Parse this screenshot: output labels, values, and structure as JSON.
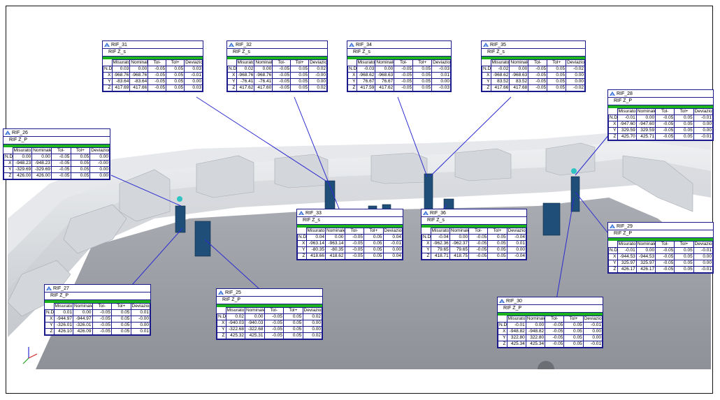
{
  "columns": [
    "Misurato",
    "Nominale",
    "Tol-",
    "Tol+",
    "Deviazione"
  ],
  "labels": [
    {
      "id": "rif31",
      "name": "RIF_31",
      "feature": "RIF Z_s",
      "rows": [
        {
          "k": "N.D.",
          "v": [
            "0.03",
            "0.00",
            "-0.05",
            "0.05",
            "0.03"
          ]
        },
        {
          "k": "X",
          "v": [
            "-968.76",
            "-968.76",
            "-0.05",
            "0.05",
            "-0.01"
          ]
        },
        {
          "k": "Y",
          "v": [
            "-83.64",
            "-83.64",
            "-0.05",
            "0.05",
            "0.00"
          ]
        },
        {
          "k": "Z",
          "v": [
            "417.69",
            "417.66",
            "-0.05",
            "0.05",
            "0.03"
          ]
        }
      ]
    },
    {
      "id": "rif32",
      "name": "RIF_32",
      "feature": "RIF Z_s",
      "rows": [
        {
          "k": "N.D.",
          "v": [
            "0.02",
            "0.00",
            "-0.05",
            "0.05",
            "0.02"
          ]
        },
        {
          "k": "X",
          "v": [
            "-968.76",
            "-968.76",
            "-0.05",
            "0.05",
            "-0.00"
          ]
        },
        {
          "k": "Y",
          "v": [
            "-76.41",
            "-76.41",
            "-0.05",
            "0.05",
            "0.00"
          ]
        },
        {
          "k": "Z",
          "v": [
            "417.62",
            "417.60",
            "-0.05",
            "0.05",
            "0.02"
          ]
        }
      ]
    },
    {
      "id": "rif34",
      "name": "RIF_34",
      "feature": "RIF Z_s",
      "rows": [
        {
          "k": "N.D.",
          "v": [
            "-0.03",
            "0.00",
            "-0.05",
            "0.05",
            "-0.03"
          ]
        },
        {
          "k": "X",
          "v": [
            "-968.62",
            "-968.63",
            "-0.05",
            "0.05",
            "0.01"
          ]
        },
        {
          "k": "Y",
          "v": [
            "76.67",
            "76.67",
            "-0.05",
            "0.05",
            "0.00"
          ]
        },
        {
          "k": "Z",
          "v": [
            "417.59",
            "417.62",
            "-0.05",
            "0.05",
            "-0.03"
          ]
        }
      ]
    },
    {
      "id": "rif35",
      "name": "RIF_35",
      "feature": "RIF Z_s",
      "rows": [
        {
          "k": "N.D.",
          "v": [
            "-0.02",
            "0.00",
            "-0.05",
            "0.05",
            "-0.02"
          ]
        },
        {
          "k": "X",
          "v": [
            "-968.62",
            "-968.63",
            "-0.05",
            "0.05",
            "0.00"
          ]
        },
        {
          "k": "Y",
          "v": [
            "83.52",
            "83.52",
            "-0.05",
            "0.05",
            "0.00"
          ]
        },
        {
          "k": "Z",
          "v": [
            "417.66",
            "417.68",
            "-0.05",
            "0.05",
            "-0.02"
          ]
        }
      ]
    },
    {
      "id": "rif28",
      "name": "RIF_28",
      "feature": "RIF Z_P",
      "rows": [
        {
          "k": "N.D.",
          "v": [
            "-0.01",
            "0.00",
            "-0.05",
            "0.05",
            "-0.01"
          ]
        },
        {
          "k": "X",
          "v": [
            "-947.60",
            "-947.60",
            "-0.05",
            "0.05",
            "0.00"
          ]
        },
        {
          "k": "Y",
          "v": [
            "329.59",
            "329.59",
            "-0.05",
            "0.05",
            "0.00"
          ]
        },
        {
          "k": "Z",
          "v": [
            "425.70",
            "425.71",
            "-0.05",
            "0.05",
            "-0.01"
          ]
        }
      ]
    },
    {
      "id": "rif26",
      "name": "RIF_26",
      "feature": "RIF Z_P",
      "rows": [
        {
          "k": "N.D.",
          "v": [
            "0.00",
            "0.00",
            "-0.05",
            "0.05",
            "0.00"
          ]
        },
        {
          "k": "X",
          "v": [
            "-948.23",
            "-948.23",
            "-0.05",
            "0.05",
            "-0.00"
          ]
        },
        {
          "k": "Y",
          "v": [
            "-329.69",
            "-329.69",
            "-0.05",
            "0.05",
            "0.00"
          ]
        },
        {
          "k": "Z",
          "v": [
            "426.00",
            "426.00",
            "-0.05",
            "0.05",
            "0.00"
          ]
        }
      ]
    },
    {
      "id": "rif33",
      "name": "RIF_33",
      "feature": "RIF Z_s",
      "rows": [
        {
          "k": "N.D.",
          "v": [
            "0.04",
            "0.00",
            "-0.05",
            "0.05",
            "0.04"
          ]
        },
        {
          "k": "X",
          "v": [
            "-963.14",
            "-963.14",
            "-0.05",
            "0.05",
            "-0.01"
          ]
        },
        {
          "k": "Y",
          "v": [
            "-80.35",
            "-80.35",
            "-0.05",
            "0.05",
            "0.00"
          ]
        },
        {
          "k": "Z",
          "v": [
            "418.66",
            "418.62",
            "-0.05",
            "0.05",
            "0.04"
          ]
        }
      ]
    },
    {
      "id": "rif36",
      "name": "RIF_36",
      "feature": "RIF Z_s",
      "rows": [
        {
          "k": "N.D.",
          "v": [
            "-0.04",
            "0.00",
            "-0.05",
            "0.05",
            "-0.04"
          ]
        },
        {
          "k": "X",
          "v": [
            "-962.36",
            "-962.37",
            "-0.05",
            "0.05",
            "0.01"
          ]
        },
        {
          "k": "Y",
          "v": [
            "79.65",
            "79.65",
            "-0.05",
            "0.05",
            "0.00"
          ]
        },
        {
          "k": "Z",
          "v": [
            "418.71",
            "418.75",
            "-0.05",
            "0.05",
            "-0.04"
          ]
        }
      ]
    },
    {
      "id": "rif29",
      "name": "RIF_29",
      "feature": "RIF Z_P",
      "rows": [
        {
          "k": "N.D.",
          "v": [
            "-0.01",
            "0.00",
            "-0.05",
            "0.05",
            "-0.01"
          ]
        },
        {
          "k": "X",
          "v": [
            "-944.53",
            "-944.53",
            "-0.05",
            "0.05",
            "0.00"
          ]
        },
        {
          "k": "Y",
          "v": [
            "325.97",
            "325.97",
            "-0.05",
            "0.05",
            "0.00"
          ]
        },
        {
          "k": "Z",
          "v": [
            "426.17",
            "426.17",
            "-0.05",
            "0.05",
            "-0.01"
          ]
        }
      ]
    },
    {
      "id": "rif27",
      "name": "RIF_27",
      "feature": "RIF Z_P",
      "rows": [
        {
          "k": "N.D.",
          "v": [
            "0.01",
            "0.00",
            "-0.05",
            "0.05",
            "0.01"
          ]
        },
        {
          "k": "X",
          "v": [
            "-944.97",
            "-944.97",
            "-0.05",
            "0.05",
            "-0.00"
          ]
        },
        {
          "k": "Y",
          "v": [
            "-326.01",
            "-326.01",
            "-0.05",
            "0.05",
            "0.00"
          ]
        },
        {
          "k": "Z",
          "v": [
            "426.10",
            "426.09",
            "-0.05",
            "0.05",
            "0.01"
          ]
        }
      ]
    },
    {
      "id": "rif25",
      "name": "RIF_25",
      "feature": "RIF Z_P",
      "rows": [
        {
          "k": "N.D.",
          "v": [
            "0.02",
            "0.00",
            "-0.05",
            "0.05",
            "0.02"
          ]
        },
        {
          "k": "X",
          "v": [
            "-940.03",
            "-940.03",
            "-0.05",
            "0.05",
            "0.00"
          ]
        },
        {
          "k": "Y",
          "v": [
            "-322.68",
            "-322.68",
            "-0.05",
            "0.05",
            "0.00"
          ]
        },
        {
          "k": "Z",
          "v": [
            "425.32",
            "425.31",
            "-0.05",
            "0.05",
            "0.02"
          ]
        }
      ]
    },
    {
      "id": "rif30",
      "name": "RIF_30",
      "feature": "RIF Z_P",
      "rows": [
        {
          "k": "N.D.",
          "v": [
            "-0.01",
            "0.00",
            "-0.05",
            "0.05",
            "-0.01"
          ]
        },
        {
          "k": "X",
          "v": [
            "-948.82",
            "-948.82",
            "-0.05",
            "0.05",
            "0.00"
          ]
        },
        {
          "k": "Y",
          "v": [
            "322.80",
            "322.80",
            "-0.05",
            "0.05",
            "0.00"
          ]
        },
        {
          "k": "Z",
          "v": [
            "425.34",
            "425.34",
            "-0.05",
            "0.05",
            "-0.01"
          ]
        }
      ]
    }
  ],
  "colors": {
    "label_border": "#1a1a8c",
    "status_bar": "#1db31d",
    "leader_line": "#2a2ad0",
    "part": "#bcbec2",
    "fixture": "#1f4e79"
  }
}
